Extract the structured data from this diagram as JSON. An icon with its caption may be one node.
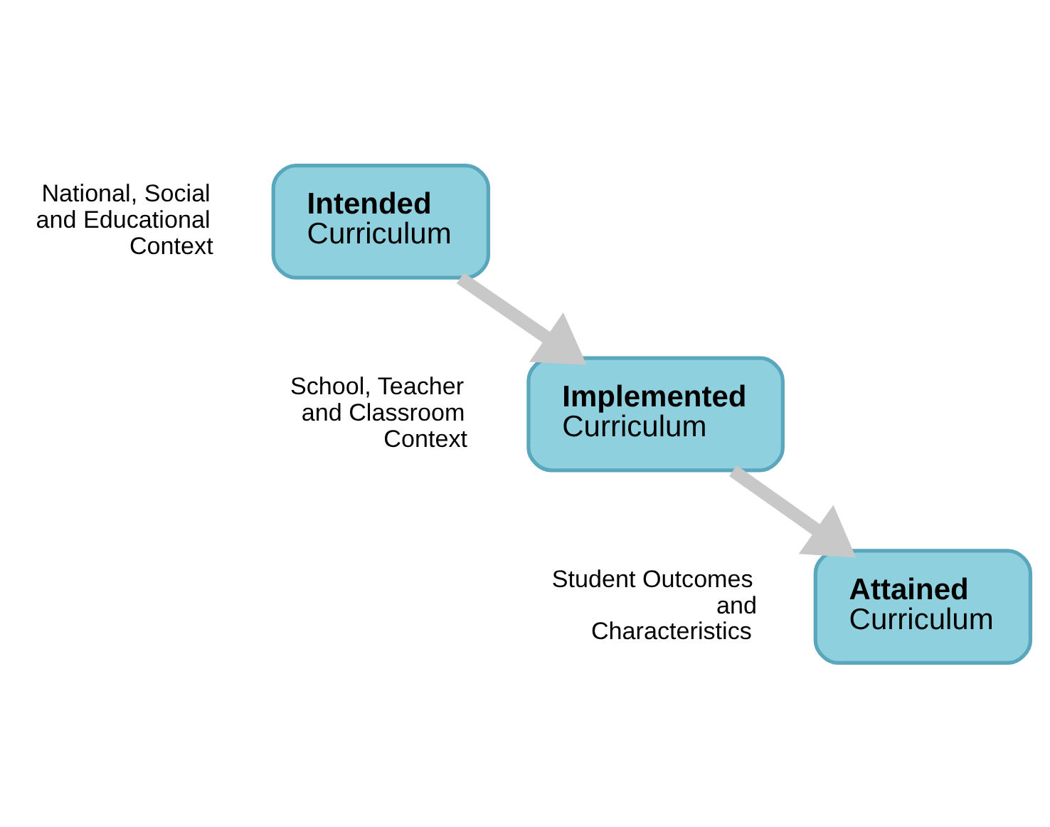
{
  "diagram": {
    "nodes": [
      {
        "text": [
          "Intended",
          "Curriculum"
        ],
        "beside": [
          "National, Social and Educational Context"
        ]
      },
      {
        "text": [
          "Implemented",
          "Curriculum"
        ],
        "beside": [
          "School, Teacher and Classroom Context"
        ]
      },
      {
        "text": [
          "Attained",
          "Curriculum"
        ],
        "beside": [
          "Student Outcomes and Characteristics"
        ]
      }
    ],
    "edges": [
      {
        "from": 0,
        "to": 1,
        "arrow": "to"
      },
      {
        "from": 1,
        "to": 2,
        "arrow": "to"
      }
    ]
  }
}
